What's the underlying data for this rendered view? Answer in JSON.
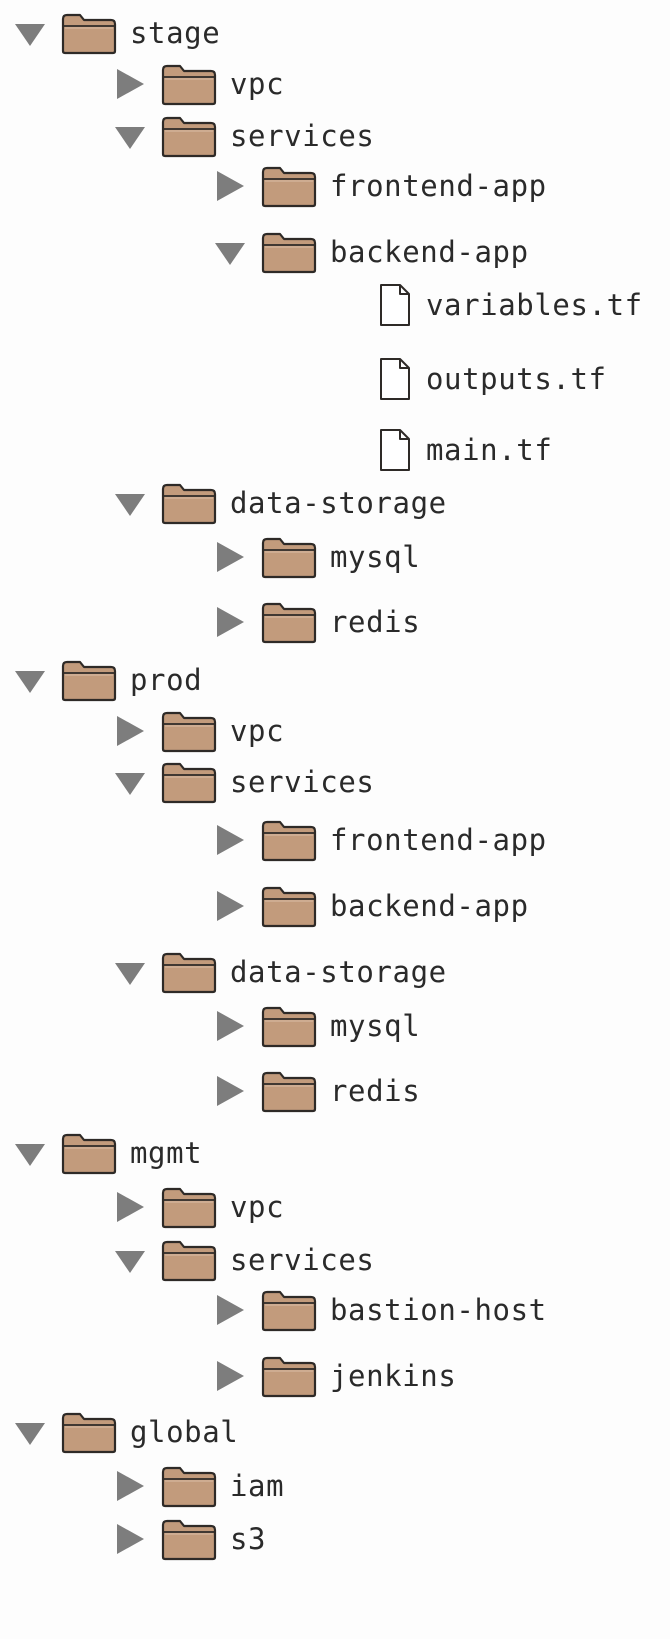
{
  "colors": {
    "folder_fill": "#c29b7c",
    "folder_stroke": "#2e2a27",
    "arrow": "#7d7d7d",
    "text": "#2a2a2a",
    "background": "#fdfdfd"
  },
  "icons": {
    "expanded": "triangle-down-icon",
    "collapsed": "triangle-right-icon",
    "folder": "folder-icon",
    "file": "file-icon"
  },
  "tree": [
    {
      "type": "folder",
      "label": "stage",
      "expanded": true,
      "children": [
        {
          "type": "folder",
          "label": "vpc",
          "expanded": false
        },
        {
          "type": "folder",
          "label": "services",
          "expanded": true,
          "children": [
            {
              "type": "folder",
              "label": "frontend-app",
              "expanded": false
            },
            {
              "type": "folder",
              "label": "backend-app",
              "expanded": true,
              "children": [
                {
                  "type": "file",
                  "label": "variables.tf"
                },
                {
                  "type": "file",
                  "label": "outputs.tf"
                },
                {
                  "type": "file",
                  "label": "main.tf"
                }
              ]
            }
          ]
        },
        {
          "type": "folder",
          "label": "data-storage",
          "expanded": true,
          "children": [
            {
              "type": "folder",
              "label": "mysql",
              "expanded": false
            },
            {
              "type": "folder",
              "label": "redis",
              "expanded": false
            }
          ]
        }
      ]
    },
    {
      "type": "folder",
      "label": "prod",
      "expanded": true,
      "children": [
        {
          "type": "folder",
          "label": "vpc",
          "expanded": false
        },
        {
          "type": "folder",
          "label": "services",
          "expanded": true,
          "children": [
            {
              "type": "folder",
              "label": "frontend-app",
              "expanded": false
            },
            {
              "type": "folder",
              "label": "backend-app",
              "expanded": false
            }
          ]
        },
        {
          "type": "folder",
          "label": "data-storage",
          "expanded": true,
          "children": [
            {
              "type": "folder",
              "label": "mysql",
              "expanded": false
            },
            {
              "type": "folder",
              "label": "redis",
              "expanded": false
            }
          ]
        }
      ]
    },
    {
      "type": "folder",
      "label": "mgmt",
      "expanded": true,
      "children": [
        {
          "type": "folder",
          "label": "vpc",
          "expanded": false
        },
        {
          "type": "folder",
          "label": "services",
          "expanded": true,
          "children": [
            {
              "type": "folder",
              "label": "bastion-host",
              "expanded": false
            },
            {
              "type": "folder",
              "label": "jenkins",
              "expanded": false
            }
          ]
        }
      ]
    },
    {
      "type": "folder",
      "label": "global",
      "expanded": true,
      "children": [
        {
          "type": "folder",
          "label": "iam",
          "expanded": false
        },
        {
          "type": "folder",
          "label": "s3",
          "expanded": false
        }
      ]
    }
  ]
}
